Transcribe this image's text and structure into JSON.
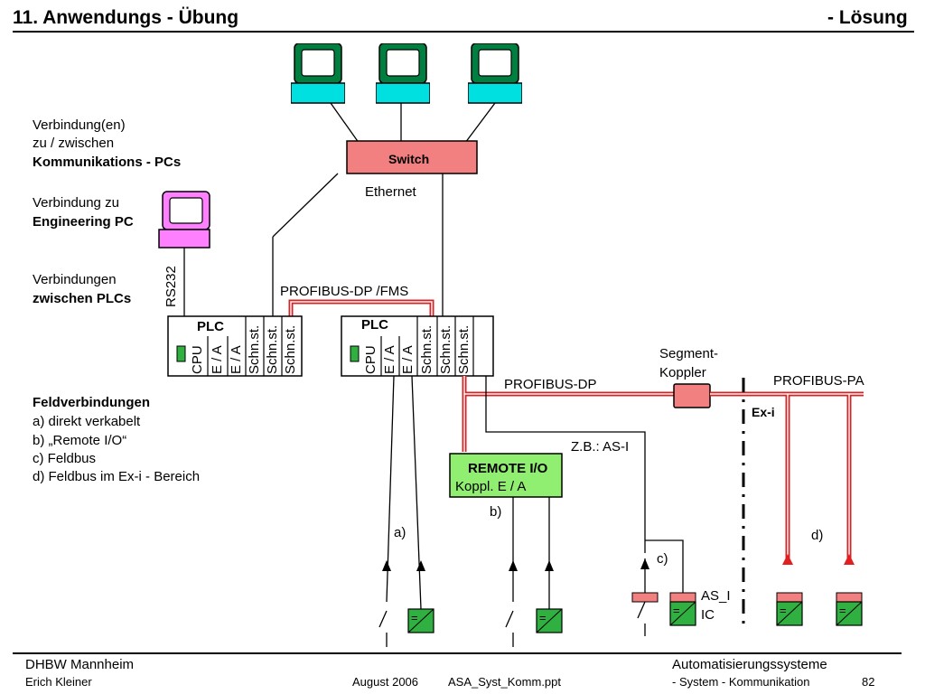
{
  "header": {
    "title_left": "11. Anwendungs - Übung",
    "title_right": "- Lösung"
  },
  "left_text": {
    "comm_line1": "Verbindung(en)",
    "comm_line2": "zu / zwischen",
    "comm_line3": "Kommunikations - PCs",
    "eng_line1": "Verbindung zu",
    "eng_line2": "Engineering PC",
    "plcs_line1": "Verbindungen",
    "plcs_line2": "zwischen PLCs",
    "field_title": "Feldverbindungen",
    "field_a": "a) direkt verkabelt",
    "field_b": "b) „Remote I/O“",
    "field_c": "c) Feldbus",
    "field_d": "d) Feldbus im Ex-i - Bereich"
  },
  "diagram": {
    "switch_label": "Switch",
    "ethernet_label": "Ethernet",
    "rs232_label": "RS232",
    "profibus_fms_label": "PROFIBUS-DP /FMS",
    "plc1": {
      "title": "PLC",
      "modules": [
        "CPU",
        "E / A",
        "E / A",
        "Schn.st.",
        "Schn.st.",
        "Schn.st."
      ]
    },
    "plc2": {
      "title": "PLC",
      "modules": [
        "CPU",
        "E / A",
        "E / A",
        "Schn.st.",
        "Schn.st.",
        "Schn.st."
      ]
    },
    "segment_line1": "Segment-",
    "segment_line2": "Koppler",
    "profibus_dp_label": "PROFIBUS-DP",
    "profibus_pa_label": "PROFIBUS-PA",
    "exi_label": "Ex-i",
    "asi_label": "Z.B.: AS-I",
    "remote_line1": "REMOTE I/O",
    "remote_line2": "Koppl.  E / A",
    "label_a": "a)",
    "label_b": "b)",
    "label_c": "c)",
    "label_d": "d)",
    "asic_line1": "AS_I",
    "asic_line2": "IC",
    "sensor_symbol": "=",
    "colors": {
      "monitor_green": "#008040",
      "monitor_cyan": "#00e0e0",
      "pc_pink": "#ff80ff",
      "switch_fill": "#f28080",
      "bus_red": "#e02020",
      "remote_green": "#90ee70",
      "io_green": "#30b040"
    }
  },
  "footer": {
    "institution": "DHBW  Mannheim",
    "author": "Erich Kleiner",
    "date": "August 2006",
    "file": "ASA_Syst_Komm.ppt",
    "course_line1": "Automatisierungssysteme",
    "course_line2": "- System - Kommunikation",
    "page": "82"
  }
}
